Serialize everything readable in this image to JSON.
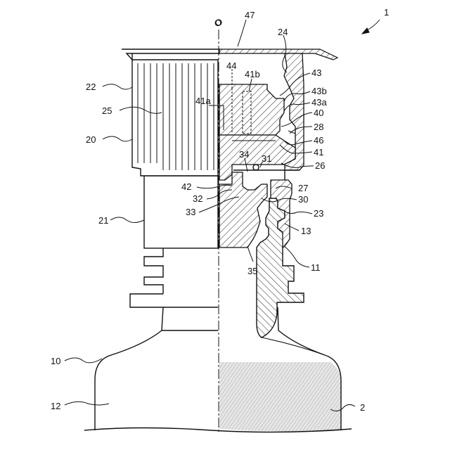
{
  "figure": {
    "center_mark": "O",
    "labels": {
      "l1": "1",
      "l2": "2",
      "l10": "10",
      "l11": "11",
      "l12": "12",
      "l13": "13",
      "l20": "20",
      "l21": "21",
      "l22": "22",
      "l23": "23",
      "l24": "24",
      "l25": "25",
      "l26": "26",
      "l27": "27",
      "l28": "28",
      "l30": "30",
      "l31": "31",
      "l32": "32",
      "l33": "33",
      "l34": "34",
      "l35": "35",
      "l40": "40",
      "l41": "41",
      "l41a": "41a",
      "l41b": "41b",
      "l42": "42",
      "l43": "43",
      "l43a": "43a",
      "l43b": "43b",
      "l44": "44",
      "l46": "46",
      "l47": "47"
    }
  }
}
